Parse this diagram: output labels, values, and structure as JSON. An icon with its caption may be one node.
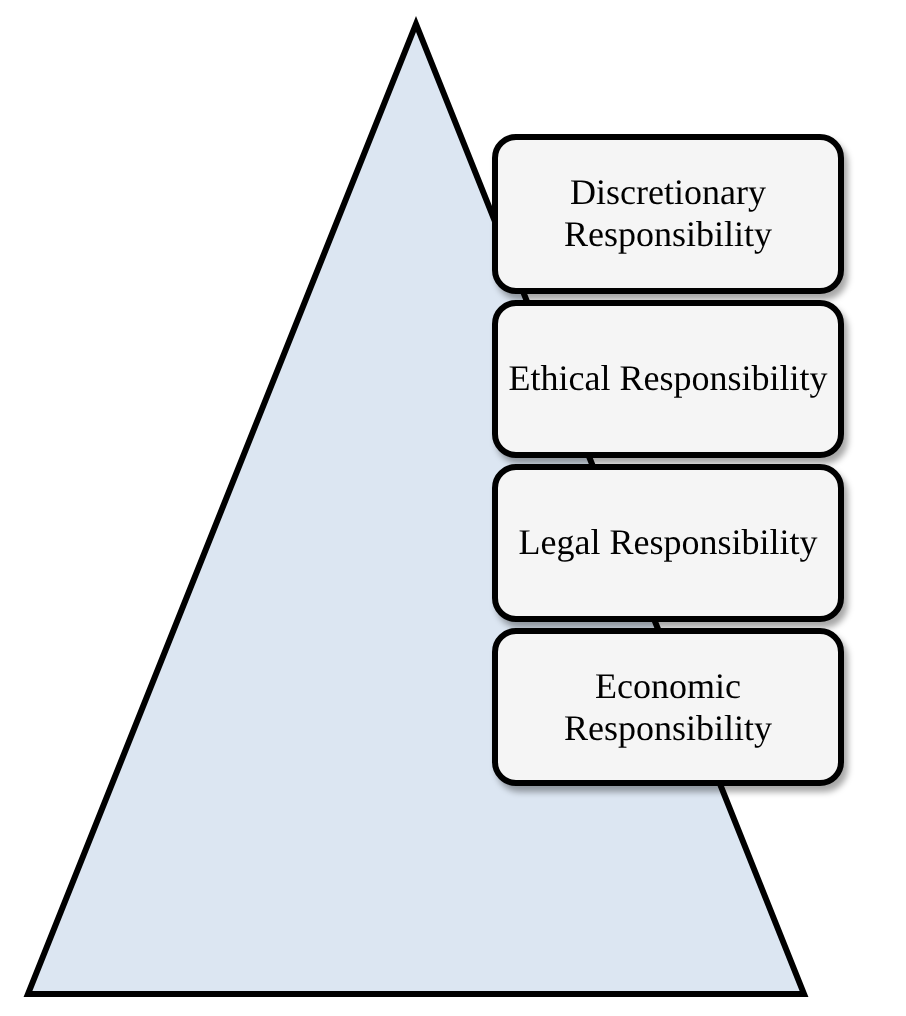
{
  "diagram": {
    "nodes": [
      {
        "text": [
          "Discretionary Responsibility"
        ]
      },
      {
        "text": [
          "Ethical Responsibility"
        ]
      },
      {
        "text": [
          "Legal Responsibility"
        ]
      },
      {
        "text": [
          "Economic Responsibility"
        ]
      }
    ]
  }
}
